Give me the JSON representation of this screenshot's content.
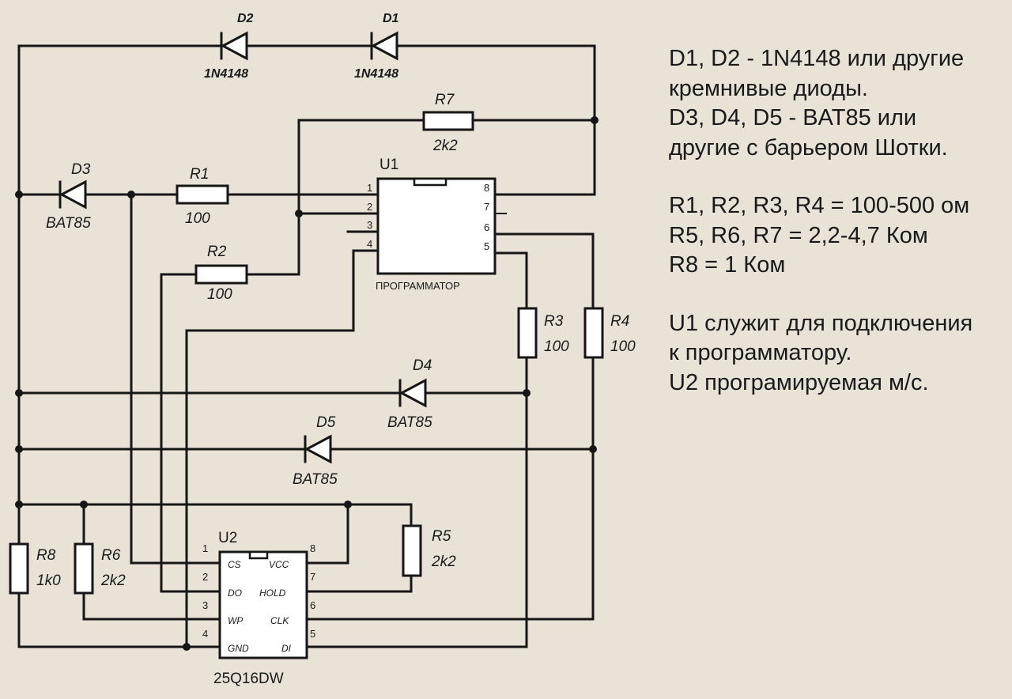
{
  "components": {
    "D1": {
      "ref": "D1",
      "value": "1N4148"
    },
    "D2": {
      "ref": "D2",
      "value": "1N4148"
    },
    "D3": {
      "ref": "D3",
      "value": "BAT85"
    },
    "D4": {
      "ref": "D4",
      "value": "BAT85"
    },
    "D5": {
      "ref": "D5",
      "value": "BAT85"
    },
    "R1": {
      "ref": "R1",
      "value": "100"
    },
    "R2": {
      "ref": "R2",
      "value": "100"
    },
    "R3": {
      "ref": "R3",
      "value": "100"
    },
    "R4": {
      "ref": "R4",
      "value": "100"
    },
    "R5": {
      "ref": "R5",
      "value": "2k2"
    },
    "R6": {
      "ref": "R6",
      "value": "2k2"
    },
    "R7": {
      "ref": "R7",
      "value": "2k2"
    },
    "R8": {
      "ref": "R8",
      "value": "1k0"
    },
    "U1": {
      "ref": "U1",
      "label": "ПРОГРАММАТОР",
      "pins": [
        "1",
        "2",
        "3",
        "4",
        "5",
        "6",
        "7",
        "8"
      ]
    },
    "U2": {
      "ref": "U2",
      "label": "25Q16DW",
      "pins": [
        "1",
        "2",
        "3",
        "4",
        "5",
        "6",
        "7",
        "8"
      ],
      "pin_names": {
        "cs": "CS",
        "do": "DO",
        "wp": "WP",
        "gnd": "GND",
        "vcc": "VCC",
        "hold": "HOLD",
        "clk": "CLK",
        "di": "DI"
      }
    }
  },
  "notes": [
    [
      "D1, D2 - 1N4148 или другие",
      "кремнивые диоды.",
      "D3, D4, D5 - BAT85 или",
      "другие с барьером Шотки."
    ],
    [
      "R1, R2, R3, R4 = 100-500 ом",
      "R5, R6, R7 = 2,2-4,7 Ком",
      "R8 = 1 Ком"
    ],
    [
      "U1 служит для подключения",
      "к программатору.",
      "U2 програмируемая м/с."
    ]
  ]
}
